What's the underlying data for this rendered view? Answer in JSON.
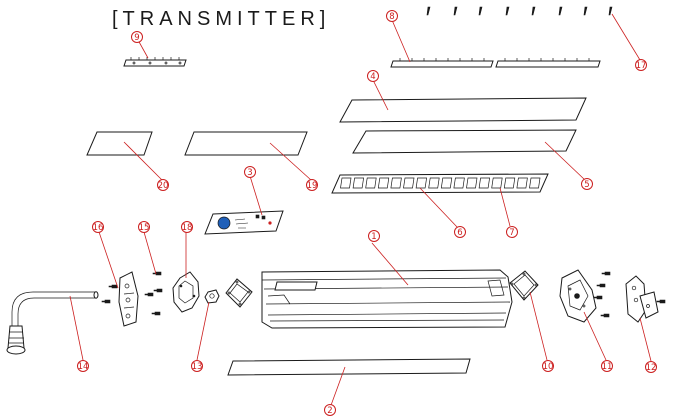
{
  "diagram": {
    "title": "[TRANSMITTER]",
    "callouts": [
      "1",
      "2",
      "3",
      "4",
      "5",
      "6",
      "7",
      "8",
      "9",
      "10",
      "11",
      "12",
      "13",
      "14",
      "15",
      "16",
      "17",
      "18",
      "19",
      "20"
    ]
  },
  "colors": {
    "callout": "#cc2020",
    "line": "#1a1a1a",
    "background": "#ffffff",
    "label_blue": "#1f5fb8"
  }
}
